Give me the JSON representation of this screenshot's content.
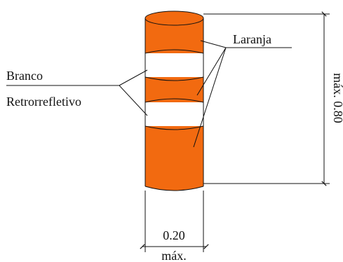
{
  "labels": {
    "orange": "Laranja",
    "white": "Branco",
    "reflective": "Retrorrefletivo",
    "height_value": "máx. 0.80",
    "width_value": "0.20",
    "width_max": "máx."
  },
  "colors": {
    "orange": "#F26A10",
    "orange_shade": "#E05A05",
    "white_band": "#FFFFFF",
    "outline": "#111111"
  }
}
